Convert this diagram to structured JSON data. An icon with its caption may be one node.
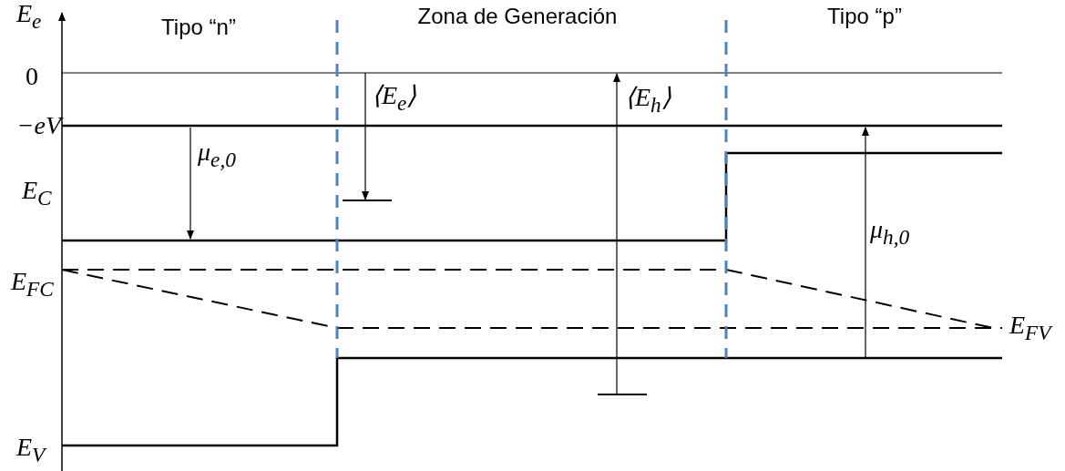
{
  "diagram": {
    "labels": [
      "E$_{e}$",
      "Tipo “n”",
      "Zona de Generación",
      "Tipo “p”",
      "0",
      "⟨E$_{e}$⟩",
      "⟨E$_{h}$⟩",
      "−eV",
      "μ$_{e,0}$",
      "E$_{C}$",
      "μ$_{h,0}$",
      "E$_{FC}$",
      "E$_{FV}$",
      "E$_{V}$"
    ]
  }
}
